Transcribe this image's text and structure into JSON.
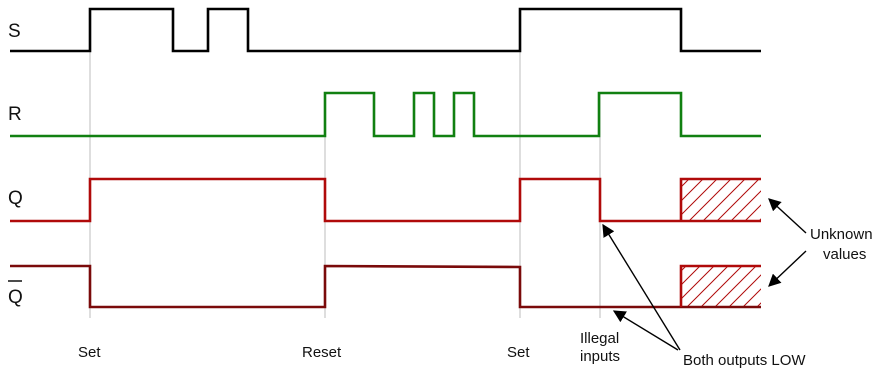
{
  "signals": {
    "s": {
      "label": "S",
      "color": "#000000"
    },
    "r": {
      "label": "R",
      "color": "#118011"
    },
    "q": {
      "label": "Q",
      "color": "#b00a0a"
    },
    "qbar": {
      "label": "Q",
      "color": "#7a0a0a"
    }
  },
  "events": {
    "set1": "Set",
    "reset": "Reset",
    "set2": "Set",
    "illegal_line1": "Illegal",
    "illegal_line2": "inputs"
  },
  "annotations": {
    "unknown_line1": "Unknown",
    "unknown_line2": "values",
    "both_low": "Both outputs LOW"
  },
  "colors": {
    "guide": "#c8c8c8",
    "hatch": "#b00a0a"
  }
}
